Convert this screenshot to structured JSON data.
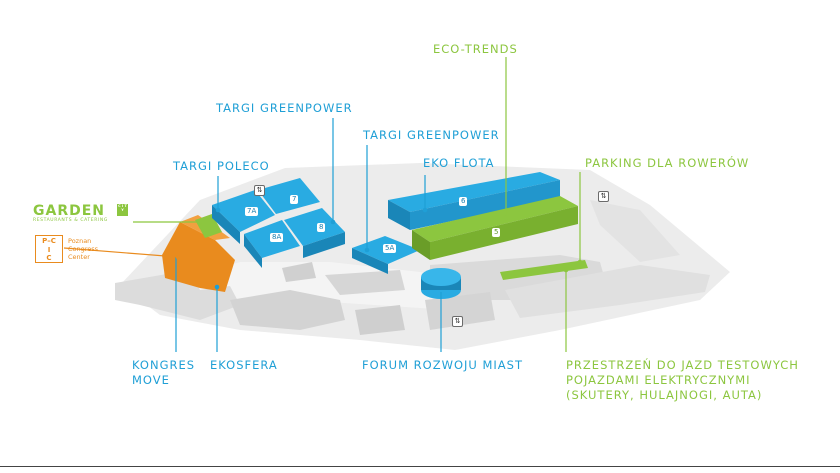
{
  "labels": {
    "eco_trends": "ECO-TRENDS",
    "targi_greenpower_1": "TARGI GREENPOWER",
    "targi_greenpower_2": "TARGI GREENPOWER",
    "targi_poleco": "TARGI POLECO",
    "eko_flota": "EKO FLOTA",
    "parking_rowerow": "PARKING DLA ROWERÓW",
    "kongres_move": "KONGRES\nMOVE",
    "ekosfera": "EKOSFERA",
    "forum": "FORUM ROZWOJU MIAST",
    "przestrzen": "PRZESTRZEŃ DO JAZD TESTOWYCH\nPOJAZDAMI ELEKTRYCZNYMI\n(SKUTERY, HULAJNOGI, AUTA)"
  },
  "logos": {
    "garden_word": "GARDEN",
    "garden_city": "C I T Y",
    "garden_sub": "RESTAURANTS & CATERING",
    "pic_letters": "P–C\nI\nC",
    "pic_text": "Poznan\nCongress\nCenter"
  },
  "buildings": {
    "b7a": "7A",
    "b7": "7",
    "b8a": "8A",
    "b8": "8",
    "b5a": "5A",
    "b6": "6",
    "b5": "5"
  },
  "icons": {
    "restroom": "restroom-icon"
  },
  "colors": {
    "blue": "#1f9fd6",
    "green": "#8cc63f",
    "orange": "#e98b1e",
    "gray": "#d6d6d6"
  }
}
